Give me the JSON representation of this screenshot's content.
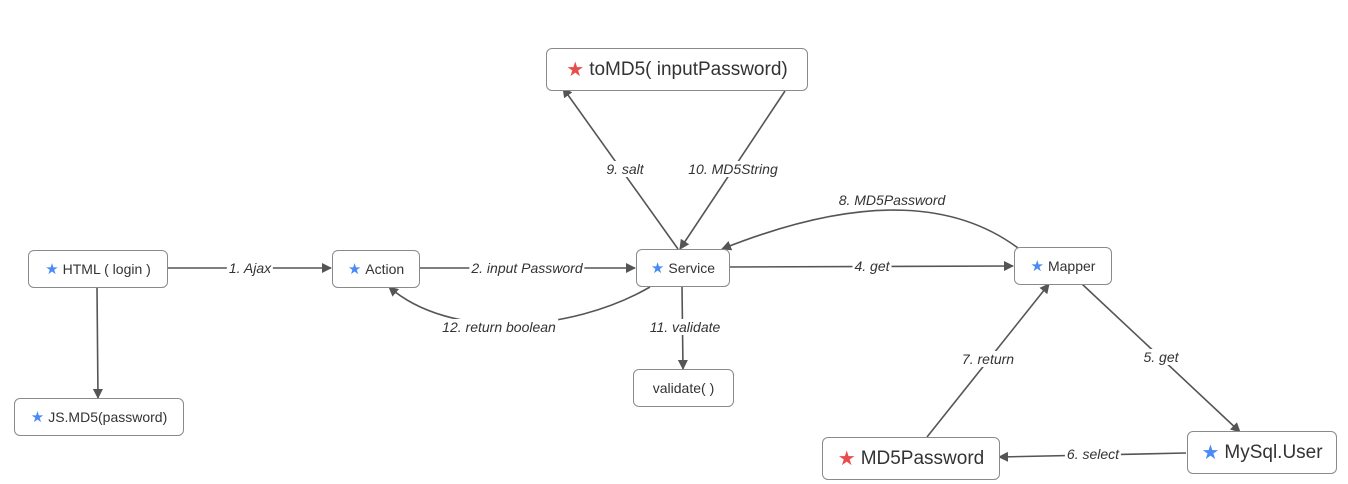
{
  "colors": {
    "star_blue": "#4a8af4",
    "star_red": "#e84c4c",
    "edge": "#555555",
    "border": "#8a8a8a"
  },
  "nodes": {
    "html_login": {
      "label": "HTML ( login )",
      "icon": "blue-star-icon"
    },
    "js_md5": {
      "label": "JS.MD5(password)",
      "icon": "blue-star-icon"
    },
    "action": {
      "label": "Action",
      "icon": "blue-star-icon"
    },
    "service": {
      "label": "Service",
      "icon": "blue-star-icon"
    },
    "validate": {
      "label": "validate( )",
      "icon": ""
    },
    "tomd5": {
      "label": "toMD5( inputPassword)",
      "icon": "red-star-icon"
    },
    "mapper": {
      "label": "Mapper",
      "icon": "blue-star-icon"
    },
    "mysql_user": {
      "label": "MySql.User",
      "icon": "blue-star-icon"
    },
    "md5password": {
      "label": "MD5Password",
      "icon": "red-star-icon"
    }
  },
  "edges": {
    "e1": "1. Ajax",
    "e2": "2. input Password",
    "e4": "4. get",
    "e5": "5. get",
    "e6": "6. select",
    "e7": "7. return",
    "e8": "8.  MD5Password",
    "e9": "9. salt",
    "e10": "10.  MD5String",
    "e11": "11.  validate",
    "e12": "12. return boolean"
  }
}
